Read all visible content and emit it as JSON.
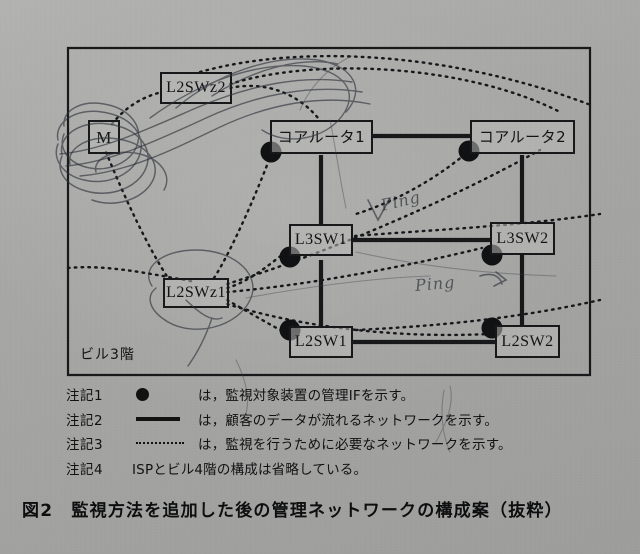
{
  "figure": {
    "caption": "図2　監視方法を追加した後の管理ネットワークの構成案（抜粋）",
    "frame_label": "ビル3階"
  },
  "nodes": [
    {
      "id": "m",
      "label": "M",
      "script": "latin"
    },
    {
      "id": "l2swz2",
      "label": "L2SWz2",
      "script": "latin"
    },
    {
      "id": "l2swz1",
      "label": "L2SWz1",
      "script": "latin"
    },
    {
      "id": "core1",
      "label": "コアルータ1",
      "script": "jp"
    },
    {
      "id": "core2",
      "label": "コアルータ2",
      "script": "jp"
    },
    {
      "id": "l3sw1",
      "label": "L3SW1",
      "script": "latin"
    },
    {
      "id": "l3sw2",
      "label": "L3SW2",
      "script": "latin"
    },
    {
      "id": "l2sw1",
      "label": "L2SW1",
      "script": "latin"
    },
    {
      "id": "l2sw2",
      "label": "L2SW2",
      "script": "latin"
    }
  ],
  "notes": [
    {
      "key": "注記1",
      "symbol": "filled-circle",
      "text": "は，監視対象装置の管理IFを示す。"
    },
    {
      "key": "注記2",
      "symbol": "solid-line",
      "text": "は，顧客のデータが流れるネットワークを示す。"
    },
    {
      "key": "注記3",
      "symbol": "dotted-line",
      "text": "は，監視を行うために必要なネットワークを示す。"
    },
    {
      "key": "注記4",
      "symbol": "none",
      "text": "ISPとビル4階の構成は省略している。"
    }
  ],
  "annotations": [
    {
      "id": "ping-upper",
      "text": "Ping"
    },
    {
      "id": "ping-lower",
      "text": "Ping"
    }
  ],
  "colors": {
    "paper": "#a9a9a7",
    "ink": "#121314",
    "pen": "#2b2f38"
  }
}
